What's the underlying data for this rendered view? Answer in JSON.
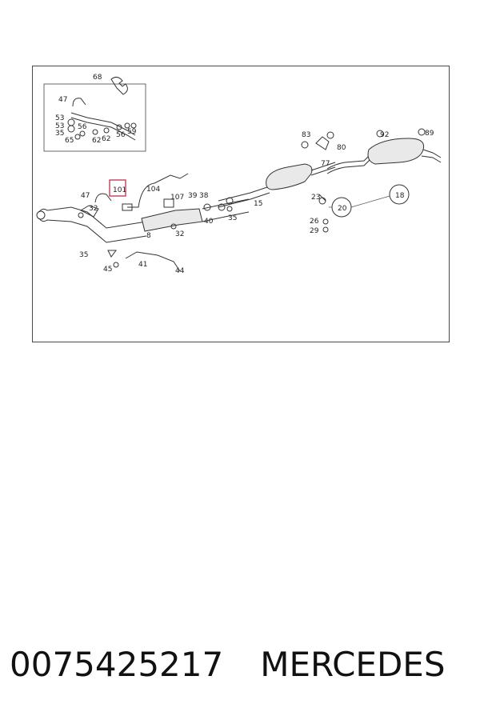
{
  "diagram": {
    "callouts": {
      "inset": [
        "68",
        "47",
        "53",
        "53",
        "35",
        "65",
        "56",
        "62",
        "62",
        "56",
        "59"
      ],
      "main": [
        "83",
        "92",
        "89",
        "80",
        "77",
        "23",
        "18",
        "20",
        "26",
        "29",
        "101",
        "104",
        "47",
        "107",
        "39",
        "38",
        "32",
        "40",
        "35",
        "15",
        "8",
        "32",
        "35",
        "41",
        "45",
        "44"
      ]
    },
    "highlighted_part": "101"
  },
  "caption": {
    "part_number": "0075425217",
    "brand": "MERCEDES"
  }
}
